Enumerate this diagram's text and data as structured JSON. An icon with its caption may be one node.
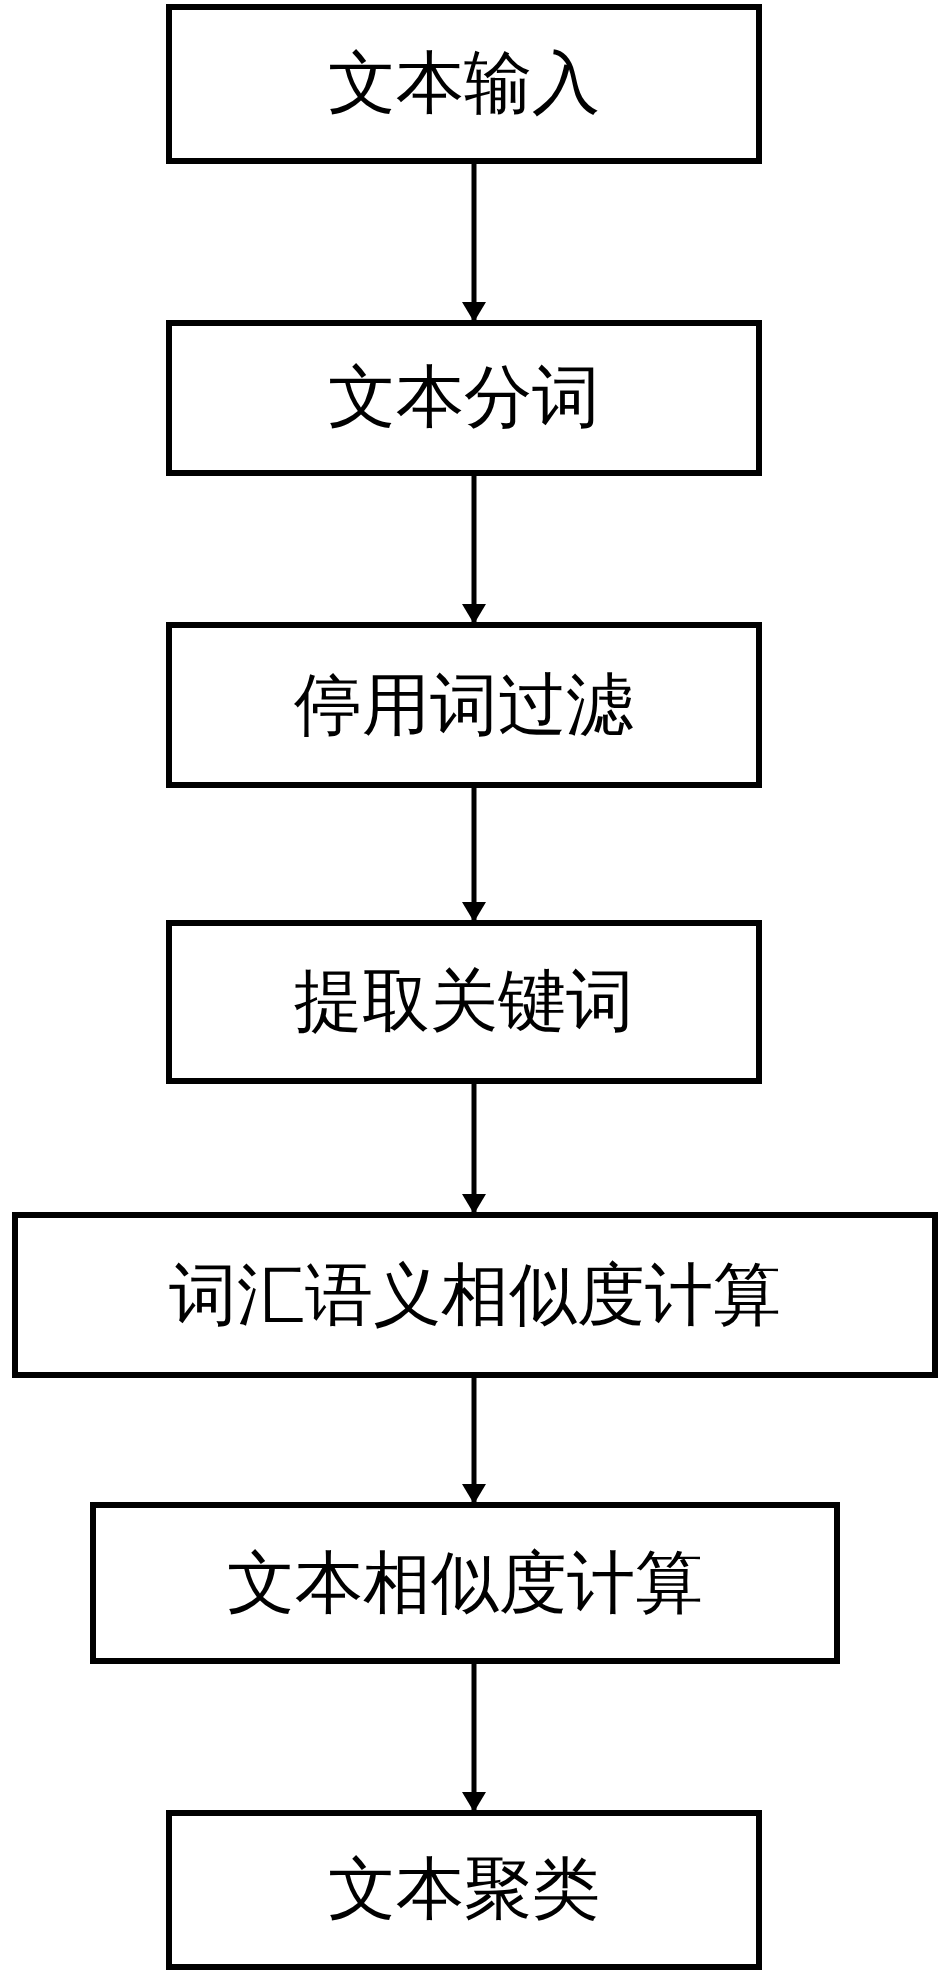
{
  "diagram": {
    "nodes": [
      {
        "text": [
          "文本输入"
        ]
      },
      {
        "text": [
          "文本分词"
        ]
      },
      {
        "text": [
          "停用词过滤"
        ]
      },
      {
        "text": [
          "提取关键词"
        ]
      },
      {
        "text": [
          "词汇语义相似度计算"
        ]
      },
      {
        "text": [
          "文本相似度计算"
        ]
      },
      {
        "text": [
          "文本聚类"
        ]
      }
    ],
    "edges": [
      {
        "from": 0,
        "to": 1,
        "arrow": "to"
      },
      {
        "from": 1,
        "to": 2,
        "arrow": "to"
      },
      {
        "from": 2,
        "to": 3,
        "arrow": "to"
      },
      {
        "from": 3,
        "to": 4,
        "arrow": "to"
      },
      {
        "from": 4,
        "to": 5,
        "arrow": "to"
      },
      {
        "from": 5,
        "to": 6,
        "arrow": "to"
      }
    ]
  }
}
